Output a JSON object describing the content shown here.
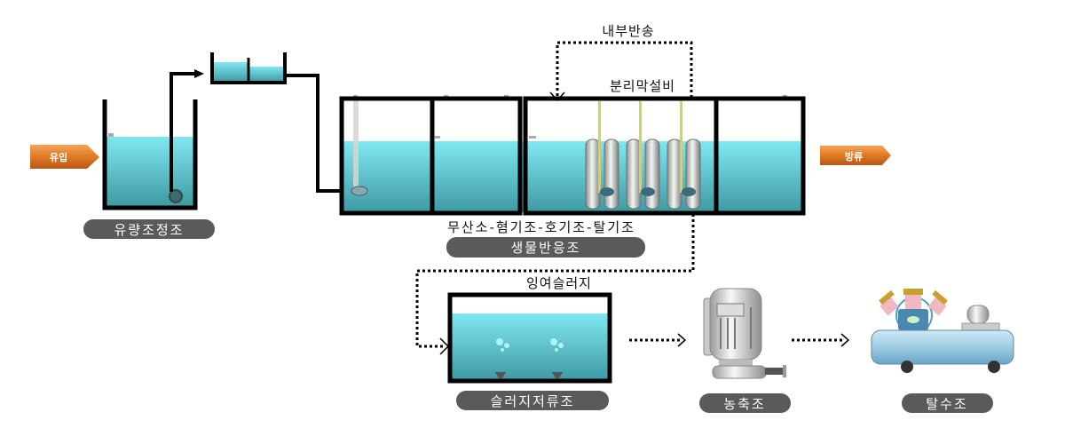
{
  "title": "Wastewater treatment process flow",
  "colors": {
    "water_top": "#7fe6f0",
    "water_bottom": "#3f9ca6",
    "tank_border": "#000000",
    "pill_bg": "#5a5a5a",
    "arrow_orange": "#e07a22"
  },
  "labels": {
    "inflow": "유입",
    "outflow": "방류",
    "internal_return": "내부반송",
    "membrane": "분리막설비",
    "process_sequence": "무산소-혐기조-호기조-탈기조",
    "excess_sludge": "잉여슬러지"
  },
  "tanks": {
    "equalization": "유량조정조",
    "bioreactor": "생물반응조",
    "sludge_storage": "슬러지저류조",
    "thickener": "농축조",
    "dewatering": "탈수조"
  }
}
